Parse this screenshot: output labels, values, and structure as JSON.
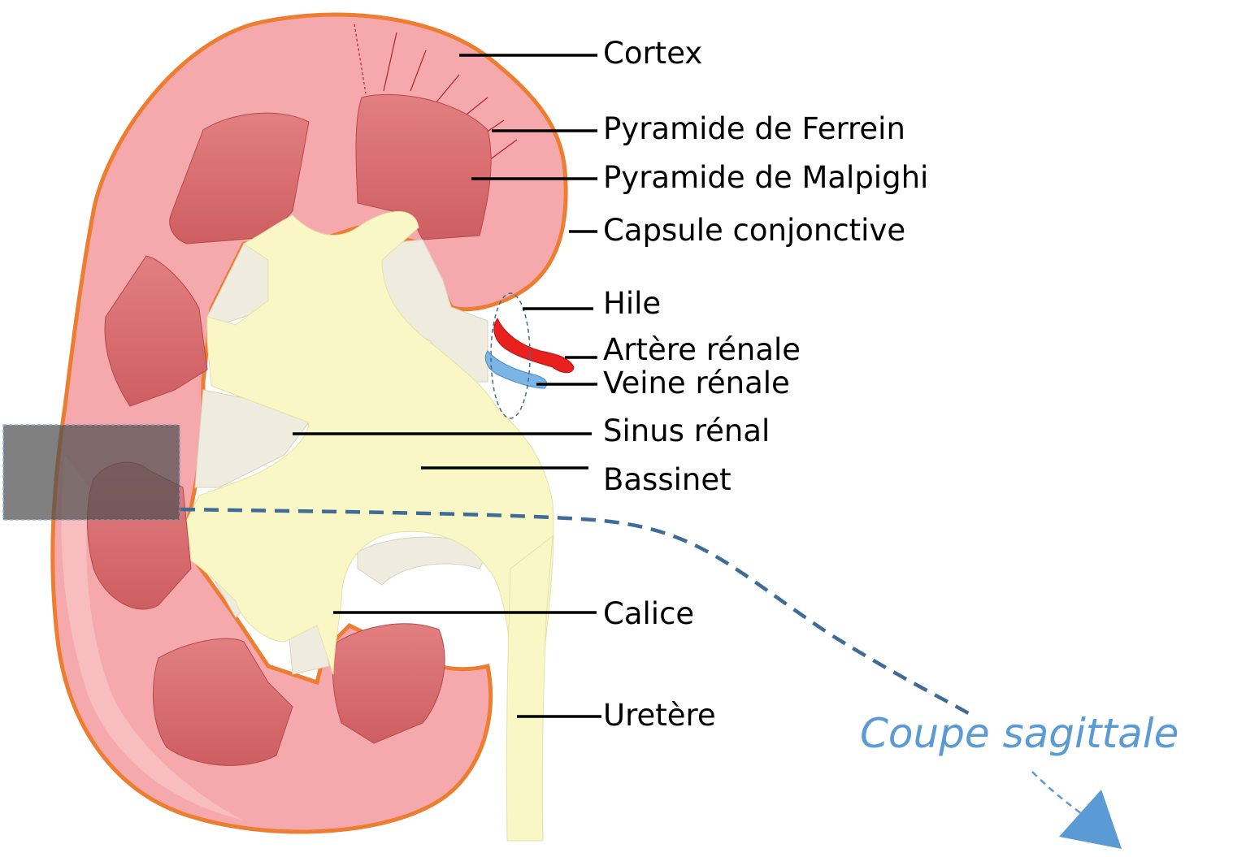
{
  "labels": {
    "cortex": "Cortex",
    "pyramide_ferrein": "Pyramide de Ferrein",
    "pyramide_malpighi": "Pyramide de Malpighi",
    "capsule": "Capsule conjonctive",
    "hile": "Hile",
    "artere": "Artère rénale",
    "veine": "Veine rénale",
    "sinus": "Sinus rénal",
    "bassinet": "Bassinet",
    "calice": "Calice",
    "uretere": "Uretère"
  },
  "caption": "Coupe sagittale",
  "colors": {
    "capsule_outline": "#ED7D31",
    "cortex": "#F49EA2",
    "cortex_light": "#F8C2C4",
    "pyramid": "#D86A6C",
    "pyramid_dark": "#C55558",
    "sinus_fat": "#FAF8C8",
    "calyx": "#EEEBDD",
    "artery": "#E8201E",
    "vein": "#6AAAE0",
    "dashed_line": "#3F6B97",
    "caption": "#5B9BD5",
    "leader_line": "#000000"
  }
}
